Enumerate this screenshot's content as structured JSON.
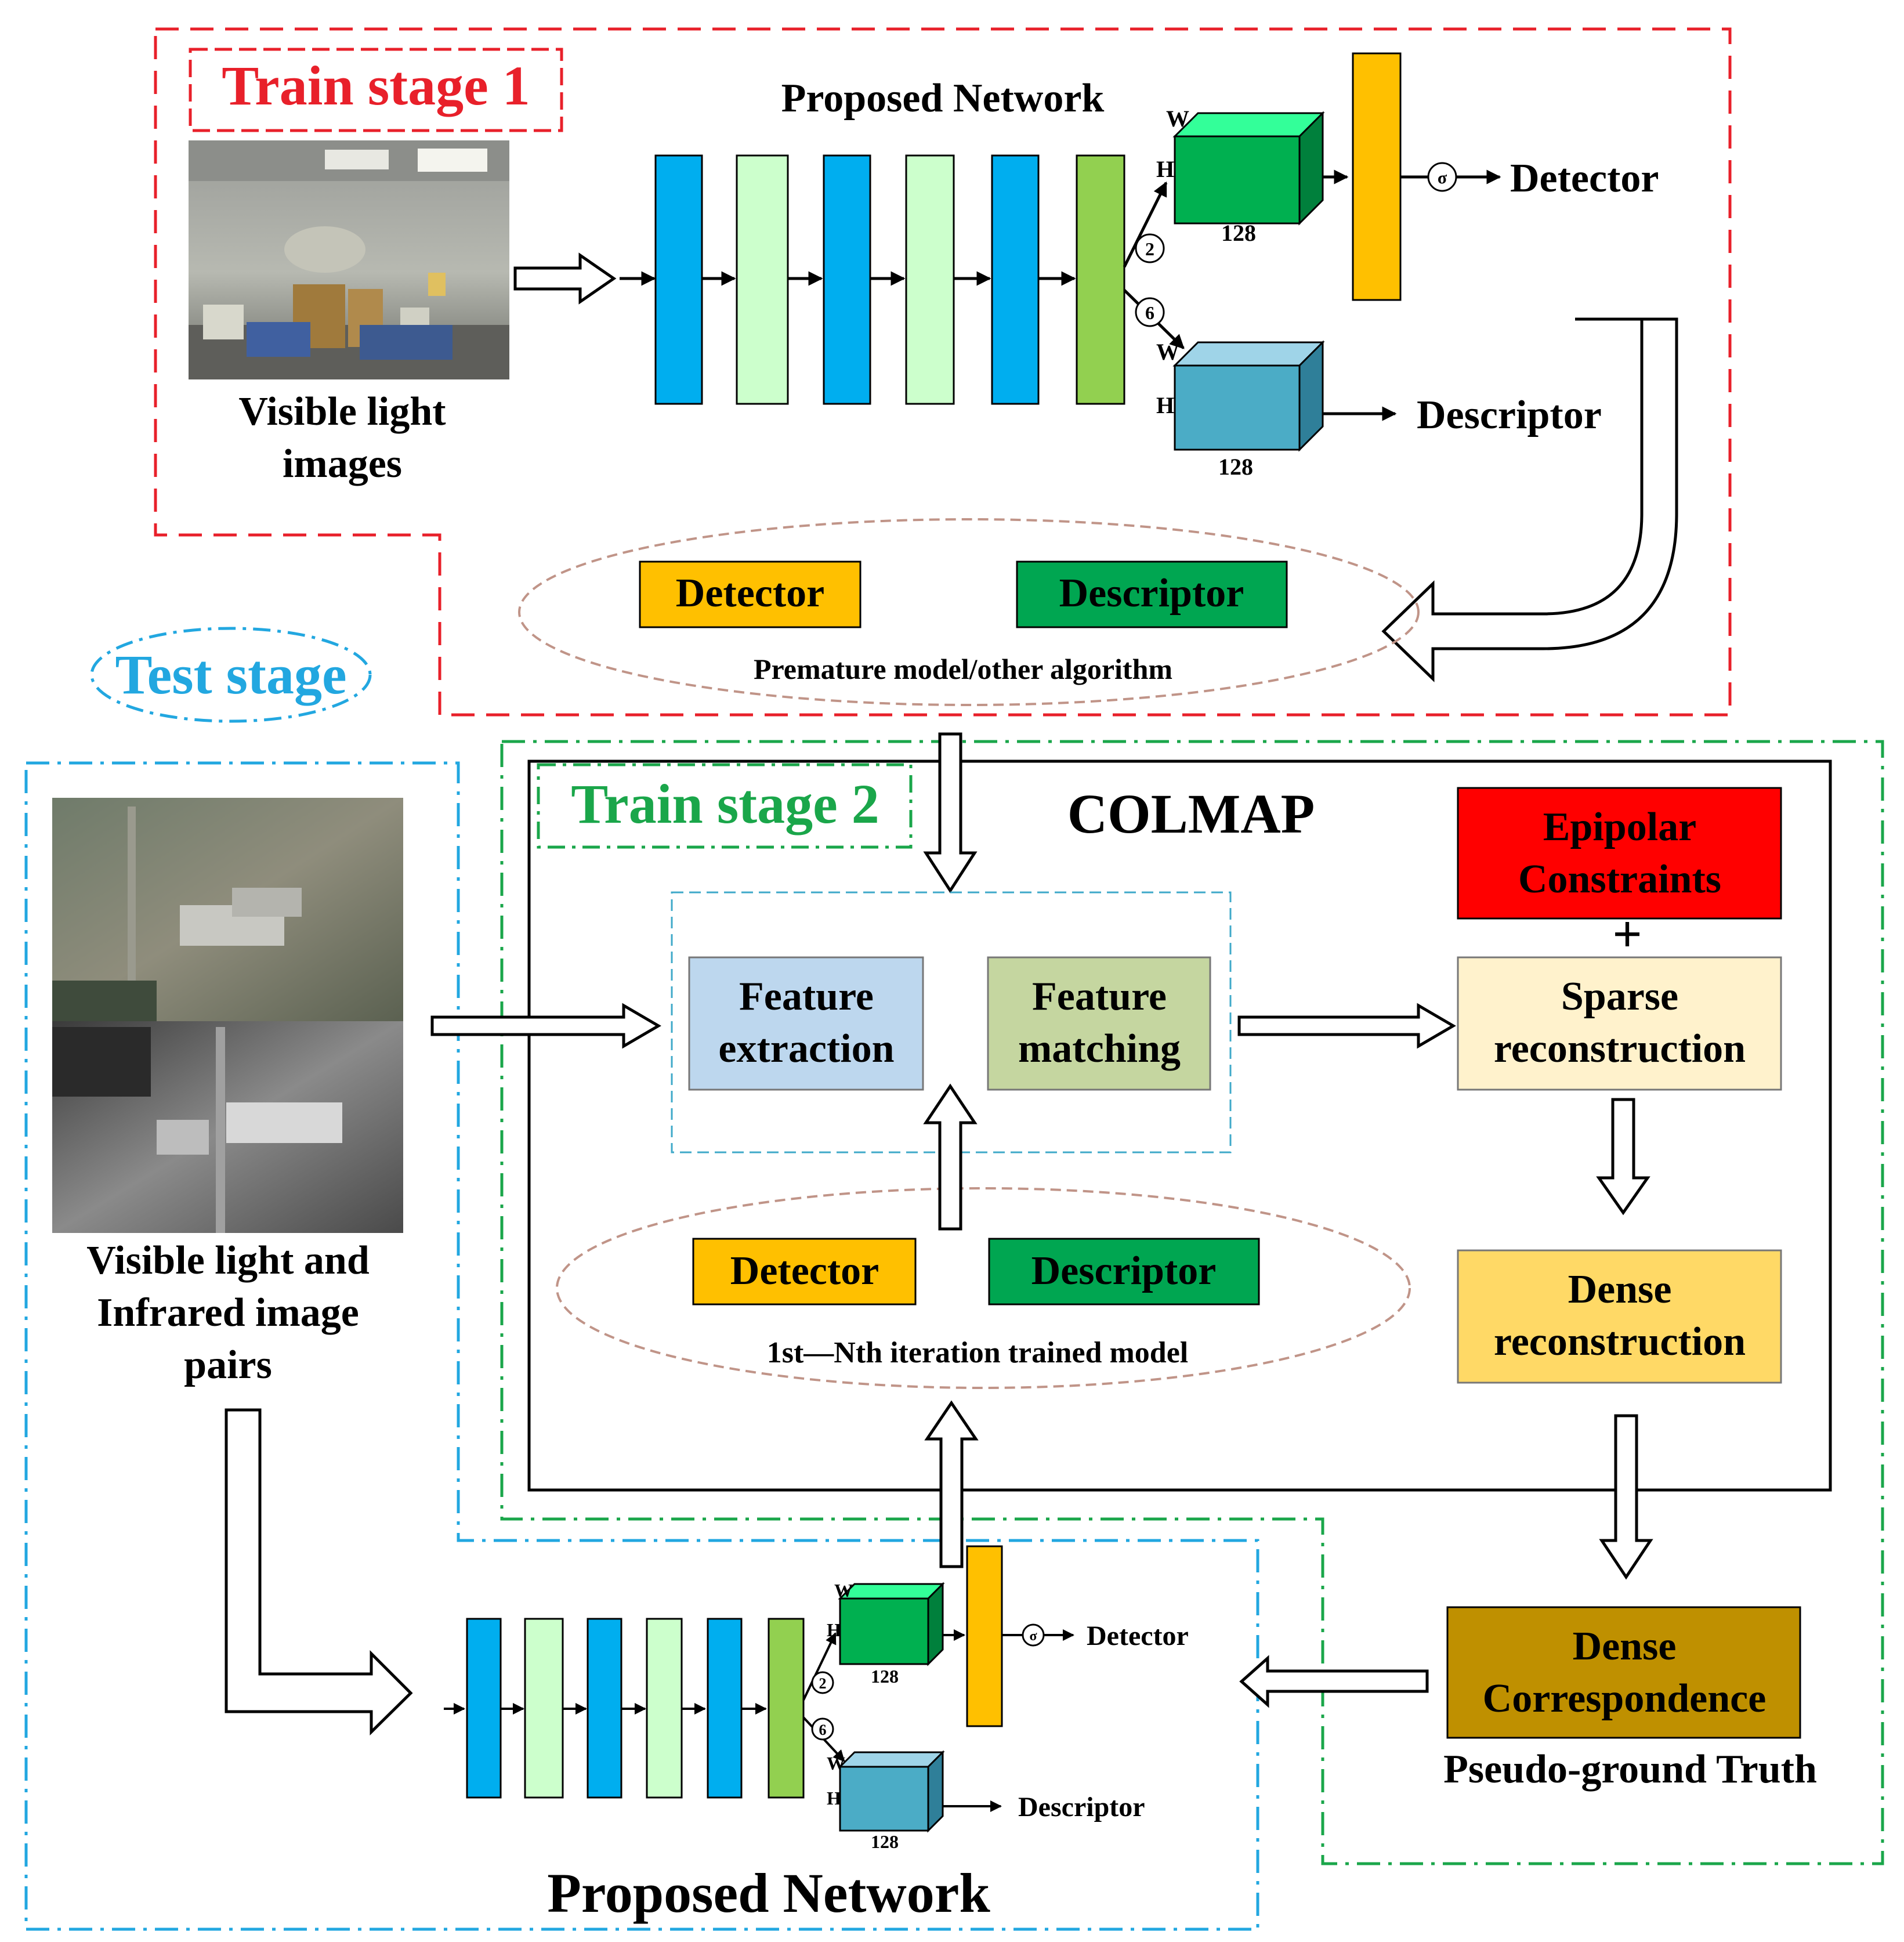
{
  "stage1": {
    "label": "Train stage 1",
    "network_title": "Proposed  Network",
    "input_caption_line1": "Visible light",
    "input_caption_line2": "images",
    "dim_w_top": "W",
    "dim_h_top": "H",
    "dim_128_top": "128",
    "dim_w_bottom": "W",
    "dim_h_bottom": "H",
    "dim_128_bottom": "128",
    "sigma": "σ",
    "op_top": "2",
    "op_bottom": "6",
    "detector_output": "Detector",
    "descriptor_output": "Descriptor",
    "premature_detector": "Detector",
    "premature_descriptor": "Descriptor",
    "premature_caption": "Premature model/other algorithm"
  },
  "test": {
    "label": "Test stage",
    "caption_line1": "Visible light  and",
    "caption_line2": "Infrared image",
    "caption_line3": "pairs",
    "network_title": "Proposed  Network",
    "dim_w_top": "W",
    "dim_h_top": "H",
    "dim_128_top": "128",
    "dim_w_bottom": "W",
    "dim_h_bottom": "H",
    "dim_128_bottom": "128",
    "sigma": "σ",
    "op_top": "2",
    "op_bottom": "6",
    "detector_output": "Detector",
    "descriptor_output": "Descriptor"
  },
  "stage2": {
    "label": "Train stage 2",
    "colmap": "COLMAP",
    "feature_extraction_line1": "Feature",
    "feature_extraction_line2": "extraction",
    "feature_matching_line1": "Feature",
    "feature_matching_line2": "matching",
    "epipolar_line1": "Epipolar",
    "epipolar_line2": "Constraints",
    "plus": "+",
    "sparse_line1": "Sparse",
    "sparse_line2": "reconstruction",
    "dense_line1": "Dense",
    "dense_line2": "reconstruction",
    "iter_detector": "Detector",
    "iter_descriptor": "Descriptor",
    "iter_caption": "1st—Nth iteration trained model",
    "correspondence_line1": "Dense",
    "correspondence_line2": "Correspondence",
    "pseudo_gt": "Pseudo-ground Truth"
  },
  "colors": {
    "stage1_border": "#e8202a",
    "test_border": "#22a7e0",
    "stage2_border": "#1aa64a",
    "conv_blue": "#00aeef",
    "conv_light": "#ccffcc",
    "conv_green": "#92d050",
    "det_gold": "#ffc000",
    "desc_green": "#00a651",
    "epipolar_red": "#ff0000",
    "sparse_cream": "#fff2cc",
    "dense_yellow": "#ffd966",
    "corr_brown": "#bf9000",
    "feat_blue": "#bdd7ee",
    "feat_olive": "#c5d6a0",
    "cube_green": "#00b050",
    "cube_teal": "#4bacc6"
  }
}
